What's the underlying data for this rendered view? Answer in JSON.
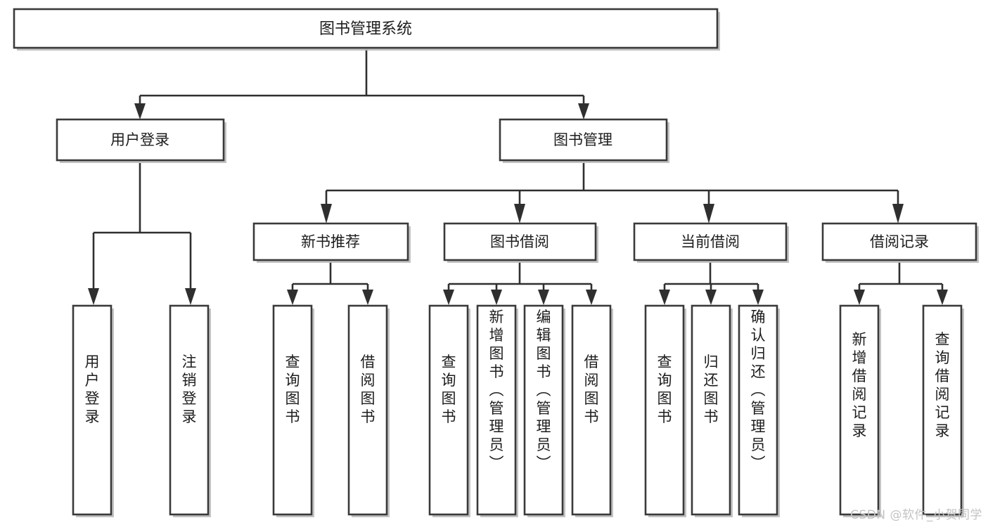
{
  "chart_data": {
    "type": "diagram",
    "title": "图书管理系统",
    "diagram_kind": "tree",
    "orientation": "top-down",
    "levels": 4,
    "node_count": 20
  },
  "root": {
    "label": "图书管理系统"
  },
  "level2": [
    {
      "label": "用户登录"
    },
    {
      "label": "图书管理"
    }
  ],
  "level3": [
    {
      "label": "新书推荐"
    },
    {
      "label": "图书借阅"
    },
    {
      "label": "当前借阅"
    },
    {
      "label": "借阅记录"
    }
  ],
  "leaves": {
    "user_login": [
      {
        "label": "用户登录"
      },
      {
        "label": "注销登录"
      }
    ],
    "new_book_recommend": [
      {
        "label": "查询图书"
      },
      {
        "label": "借阅图书"
      }
    ],
    "book_borrow": [
      {
        "label": "查询图书"
      },
      {
        "label": "新增图书（管理员）"
      },
      {
        "label": "编辑图书（管理员）"
      },
      {
        "label": "借阅图书"
      }
    ],
    "current_borrow": [
      {
        "label": "查询图书"
      },
      {
        "label": "归还图书"
      },
      {
        "label": "确认归还（管理员）"
      }
    ],
    "borrow_record": [
      {
        "label": "新增借阅记录"
      },
      {
        "label": "查询借阅记录"
      }
    ]
  },
  "watermark": {
    "text": "CSDN @软件_小贺同学"
  },
  "colors": {
    "box_stroke": "#3a3a3a",
    "box_fill": "#ffffff",
    "connector": "#2f2f2f",
    "text": "#1d1d1d",
    "watermark": "#c3c3c3",
    "background": "#ffffff"
  }
}
